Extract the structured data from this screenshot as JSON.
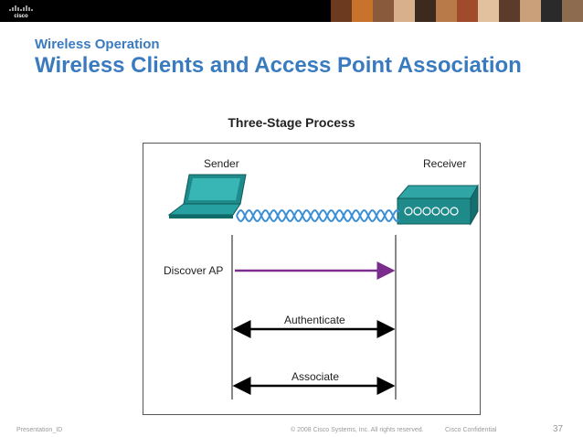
{
  "header": {
    "brand": "cisco",
    "photo_colors": [
      "#6b3a1f",
      "#c9722b",
      "#8a5a3c",
      "#d8b08c",
      "#3d2a1e",
      "#b97a4a",
      "#a04b2c",
      "#e2c29e",
      "#5b3b2a",
      "#c9a07a",
      "#2a2a2a",
      "#8c6b4f"
    ]
  },
  "slide": {
    "subtitle": "Wireless Operation",
    "title": "Wireless Clients and Access Point Association"
  },
  "diagram": {
    "title": "Three-Stage Process",
    "sender_label": "Sender",
    "receiver_label": "Receiver",
    "steps": [
      {
        "label": "Discover AP",
        "direction": "right",
        "color": "#7b2d8e"
      },
      {
        "label": "Authenticate",
        "direction": "both",
        "color": "#000000"
      },
      {
        "label": "Associate",
        "direction": "both",
        "color": "#000000"
      }
    ],
    "colors": {
      "device": "#1f8a8a",
      "wave": "#3a8fd6",
      "line": "#888888"
    }
  },
  "footer": {
    "presentation_id": "Presentation_ID",
    "copyright": "© 2008 Cisco Systems, Inc. All rights reserved.",
    "confidential": "Cisco Confidential",
    "page_number": "37"
  }
}
